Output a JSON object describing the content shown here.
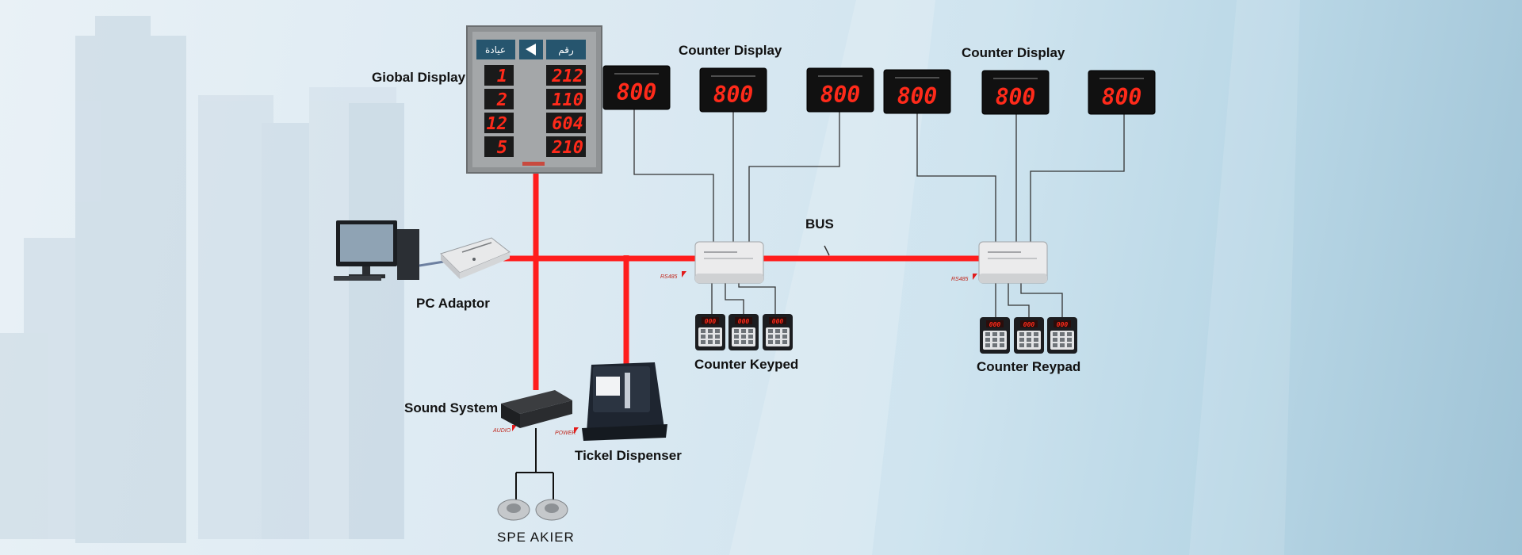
{
  "labels": {
    "global_display": "Giobal Display",
    "counter_display_left": "Counter Display",
    "counter_display_right": "Counter Display",
    "bus": "BUS",
    "pc_adaptor": "PC Adaptor",
    "counter_keypad_left": "Counter Keyped",
    "counter_keypad_right": "Counter Reypad",
    "sound_system": "Sound System",
    "ticket_dispenser": "Tickel Dispenser",
    "speaker": "SPE AKIER"
  },
  "global_display": {
    "header_left": "عيادة",
    "header_right": "رقم",
    "rows": [
      {
        "clinic": "1",
        "number": "212"
      },
      {
        "clinic": "2",
        "number": "110"
      },
      {
        "clinic": "12",
        "number": "604"
      },
      {
        "clinic": "5",
        "number": "210"
      }
    ]
  },
  "counter_displays": [
    "800",
    "800",
    "800",
    "800",
    "800",
    "800"
  ],
  "keypad_value": "000",
  "colors": {
    "bus": "#ff1d1d",
    "led": "#ff2a1a",
    "display_body": "#111111",
    "panel_header": "#26556e"
  }
}
